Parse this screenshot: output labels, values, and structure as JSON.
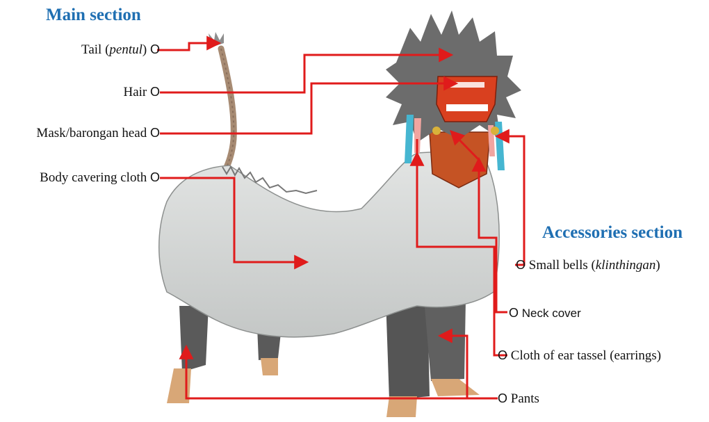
{
  "main_section": {
    "heading": "Main section",
    "labels": [
      {
        "text": "Tail (",
        "italic": "pentul",
        "after": ") ",
        "marker": "O"
      },
      {
        "text": "Hair ",
        "marker": "O"
      },
      {
        "text": "Mask/barongan head ",
        "marker": "O"
      },
      {
        "text": "Body cavering cloth ",
        "marker": "O"
      }
    ]
  },
  "accessories_section": {
    "heading": "Accessories section",
    "labels": [
      {
        "marker": "O",
        "text": " Small bells (",
        "italic": "klinthingan",
        "after": ")"
      },
      {
        "marker": "O",
        "text": " Neck cover"
      },
      {
        "marker": "O",
        "text": " Cloth of ear tassel (earrings)"
      },
      {
        "marker": "O",
        "text": " Pants"
      }
    ]
  },
  "colors": {
    "heading": "#1f6fb2",
    "leader_line": "#e01b1b",
    "cloth": "#d4d6d5",
    "hair": "#6c6c6c",
    "mask": "#d9401f",
    "skin": "#d8a777",
    "pants": "#5a5a5a"
  }
}
